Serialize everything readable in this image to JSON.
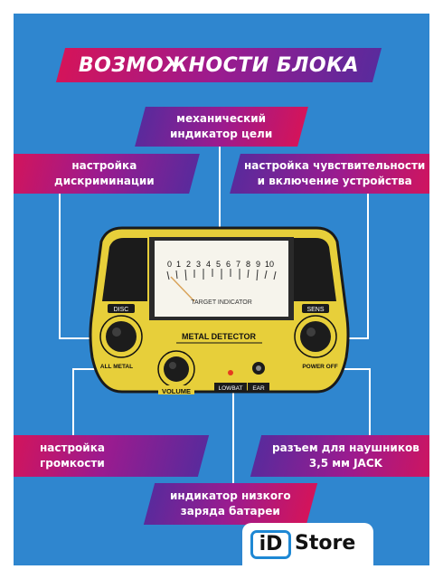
{
  "title": "ВОЗМОЖНОСТИ БЛОКА",
  "labels": {
    "indicator": {
      "line1": "механический",
      "line2": "индикатор цели"
    },
    "discrimination": {
      "line1": "настройка",
      "line2": "дискриминации"
    },
    "sensitivity": {
      "line1": "настройка чувствительности",
      "line2": "и включение устройства"
    },
    "volume": {
      "line1": "настройка",
      "line2": "громкости"
    },
    "headphones": {
      "line1": "разъем для наушников",
      "line2": "3,5 мм JACK"
    },
    "low_battery": {
      "line1": "индикатор низкого",
      "line2": "заряда батареи"
    }
  },
  "device": {
    "meter_numbers": [
      "0",
      "1",
      "2",
      "3",
      "4",
      "5",
      "6",
      "7",
      "8",
      "9",
      "10"
    ],
    "meter_caption": "TARGET INDICATOR",
    "name": "METAL DETECTOR",
    "disc": "DISC",
    "sens": "SENS",
    "all_metal": "ALL METAL",
    "power_off": "POWER OFF",
    "volume": "VOLUME",
    "lowbat": "LOWBAT",
    "ear": "EAR"
  },
  "logo": {
    "id": "iD",
    "store": "Store"
  },
  "colors": {
    "background": "#2f86cf",
    "banner_start": "#d4145a",
    "banner_end": "#5a2a9c",
    "device_body": "#e7cf3a"
  }
}
